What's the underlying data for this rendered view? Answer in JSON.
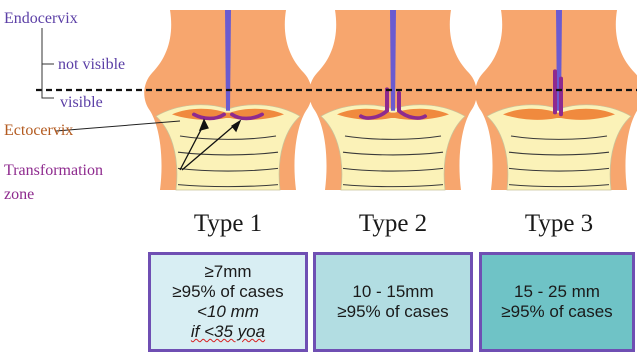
{
  "labels": {
    "endocervix": "Endocervix",
    "not_visible": "not visible",
    "visible": "visible",
    "ectocervix": "Ectocervix",
    "transformation": "Transformation",
    "zone": "zone"
  },
  "types": [
    {
      "title": "Type 1",
      "lines": [
        "≥7mm",
        "≥95% of cases",
        "<10 mm",
        "if <35 yoa"
      ]
    },
    {
      "title": "Type 2",
      "lines": [
        "10 - 15mm",
        "≥95% of cases"
      ]
    },
    {
      "title": "Type 3",
      "lines": [
        "15 - 25 mm",
        "≥95% of cases"
      ]
    }
  ],
  "colors": {
    "endocervix_text": "#5b3fa6",
    "ectocervix_text": "#b35a1f",
    "transformation_text": "#8e2a8e",
    "box_border": "#6f4fb3",
    "box1_fill": "#d8eef3",
    "box2_fill": "#b2dde2",
    "box3_fill": "#6fc3c6",
    "tissue_orange": "#f7a66e",
    "tissue_yellow": "#fbf2b8",
    "canal": "#6b5bd0",
    "tz_purple": "#8e2a8e"
  }
}
